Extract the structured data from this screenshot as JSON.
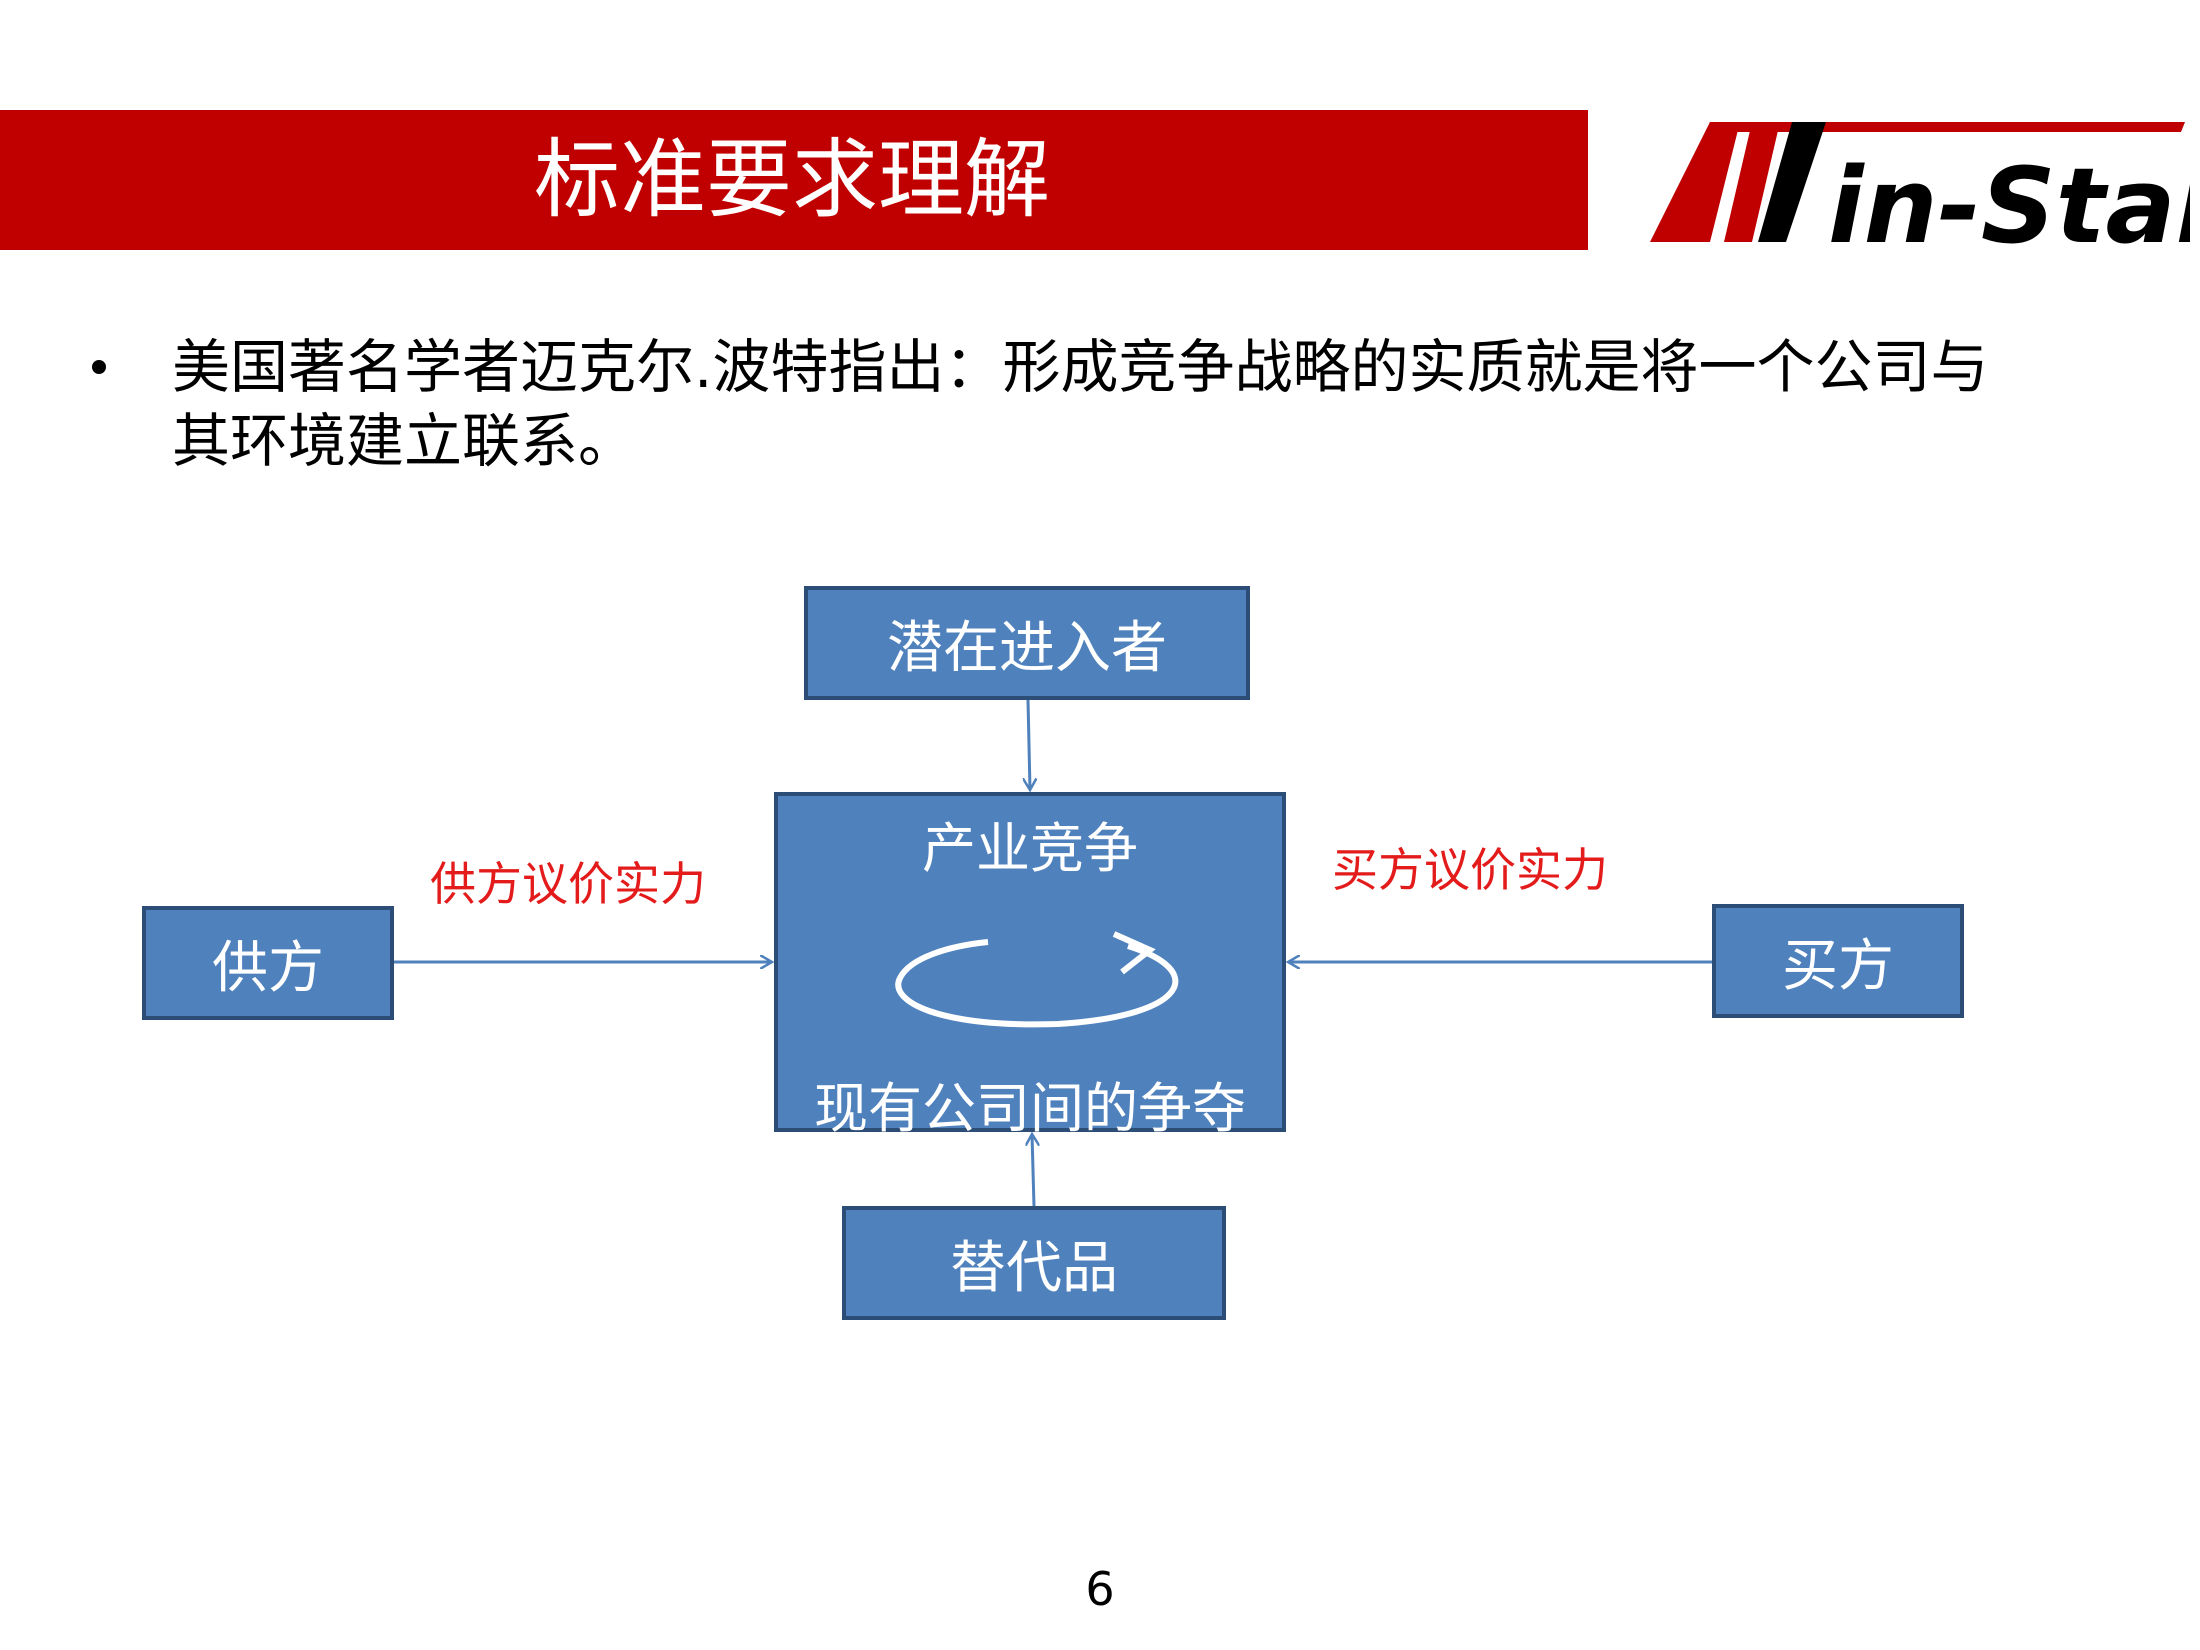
{
  "slide": {
    "title": "标准要求理解",
    "logo_text": "Win-Star",
    "bullet": "美国著名学者迈克尔.波特指出：形成竞争战略的实质就是将一个公司与其环境建立联系。",
    "page_number": "6"
  },
  "diagram": {
    "nodes": {
      "top": "潜在进入者",
      "center_title": "产业竞争",
      "center_caption": "现有公司间的争夺",
      "left": "供方",
      "right": "买方",
      "bottom": "替代品"
    },
    "edge_labels": {
      "left": "供方议价实力",
      "right": "买方议价实力"
    }
  },
  "colors": {
    "banner": "#c00000",
    "box_fill": "#4f81bd",
    "box_border": "#2c4d75",
    "label_red": "#e31b1b"
  }
}
